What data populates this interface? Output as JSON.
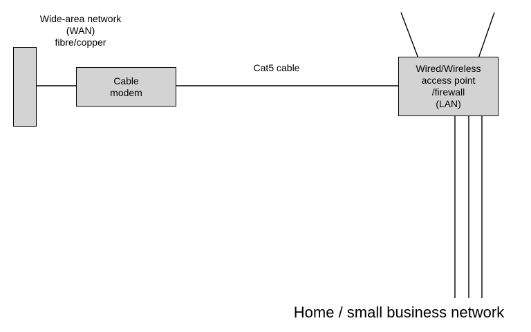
{
  "diagram": {
    "wan_label": {
      "lines": [
        "Wide-area network",
        "(WAN)",
        "fibre/copper"
      ]
    },
    "cable_modem": {
      "lines": [
        "Cable",
        "modem"
      ]
    },
    "cat5_label": "Cat5 cable",
    "access_point": {
      "lines": [
        "Wired/Wireless",
        "access point",
        "/firewall",
        "(LAN)"
      ]
    },
    "caption": "Home / small business network",
    "colors": {
      "box_fill": "#d3d3d3",
      "line_stroke": "#000000",
      "background": "#ffffff",
      "text": "#000000"
    }
  }
}
